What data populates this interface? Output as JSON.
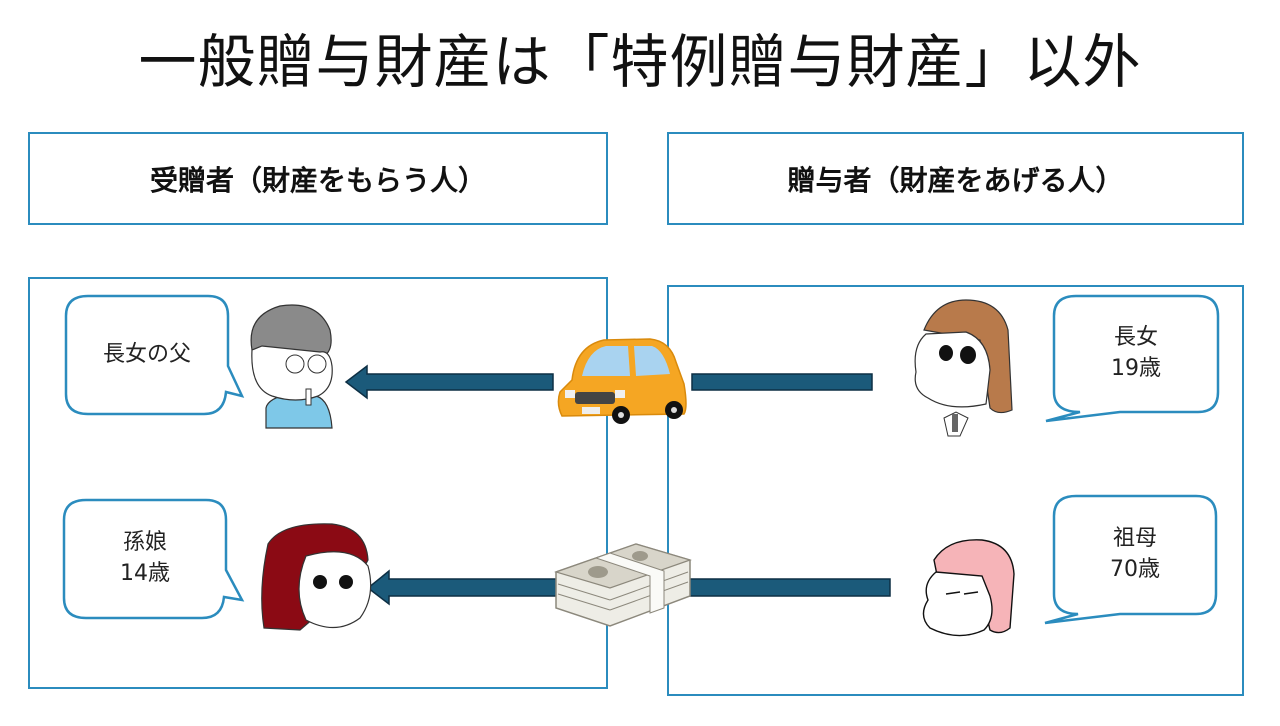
{
  "title": "一般贈与財産は「特例贈与財産」以外",
  "columns": {
    "recipient": {
      "header": "受贈者（財産をもらう人）"
    },
    "donor": {
      "header": "贈与者（財産をあげる人）"
    }
  },
  "rows": [
    {
      "recipient": {
        "label_lines": [
          "長女の父"
        ],
        "illustration": "father-face-icon",
        "hair_color": "#8a8a8a",
        "shirt_color": "#7ec8e8"
      },
      "gift": {
        "name": "car",
        "illustration": "car-icon",
        "color": "#f5a623"
      },
      "donor": {
        "label_lines": [
          "長女",
          "19歳"
        ],
        "illustration": "eldest-daughter-face-icon",
        "hair_color": "#b87a4b"
      }
    },
    {
      "recipient": {
        "label_lines": [
          "孫娘",
          "14歳"
        ],
        "illustration": "granddaughter-face-icon",
        "hair_color": "#8b0a14"
      },
      "gift": {
        "name": "cash",
        "illustration": "cash-bundle-icon",
        "color": "#c9c6bb"
      },
      "donor": {
        "label_lines": [
          "祖母",
          "70歳"
        ],
        "illustration": "grandmother-face-icon",
        "hair_color": "#f6b4b8"
      }
    }
  ],
  "colors": {
    "border": "#2b8cbe",
    "arrow": "#1b5a7a",
    "arrow_outline": "#0d2f44"
  }
}
